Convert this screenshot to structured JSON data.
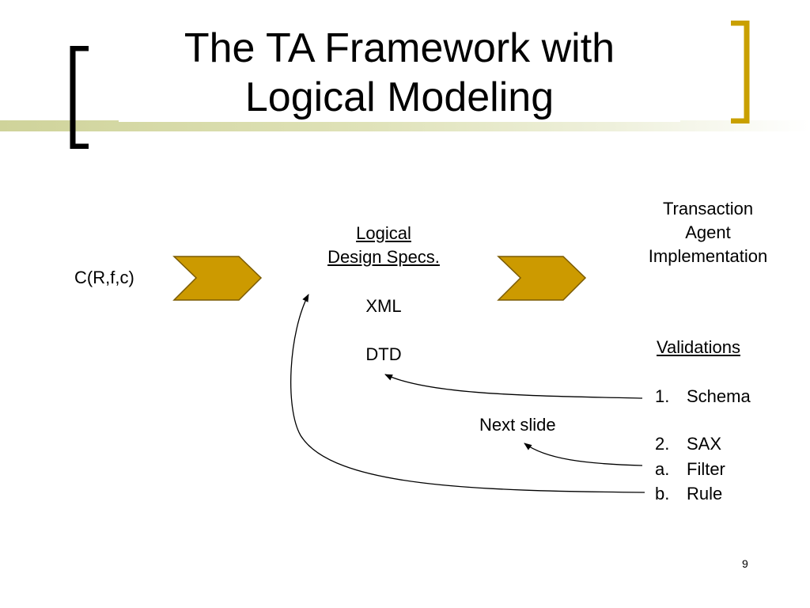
{
  "slide": {
    "title_line1": "The TA Framework with",
    "title_line2": "Logical Modeling",
    "page_number": "9"
  },
  "colors": {
    "chevron_fill": "#cc9a00",
    "chevron_stroke": "#7a5a00",
    "left_bracket": "#000000",
    "right_bracket": "#c9a000",
    "accent_bar": "#cfd39a"
  },
  "diagram": {
    "input_label": "C(R,f,c)",
    "logical_line1": "Logical",
    "logical_line2": "Design Specs.",
    "xml_label": "XML",
    "dtd_label": "DTD",
    "ta_line1": "Transaction",
    "ta_line2": "Agent",
    "ta_line3": "Implementation",
    "next_slide_label": "Next slide",
    "validations_heading": "Validations",
    "validations": [
      {
        "marker": "1.",
        "label": "Schema"
      },
      {
        "marker": "2.",
        "label": "SAX"
      },
      {
        "marker": "a.",
        "label": "Filter"
      },
      {
        "marker": "b.",
        "label": "Rule"
      }
    ]
  }
}
